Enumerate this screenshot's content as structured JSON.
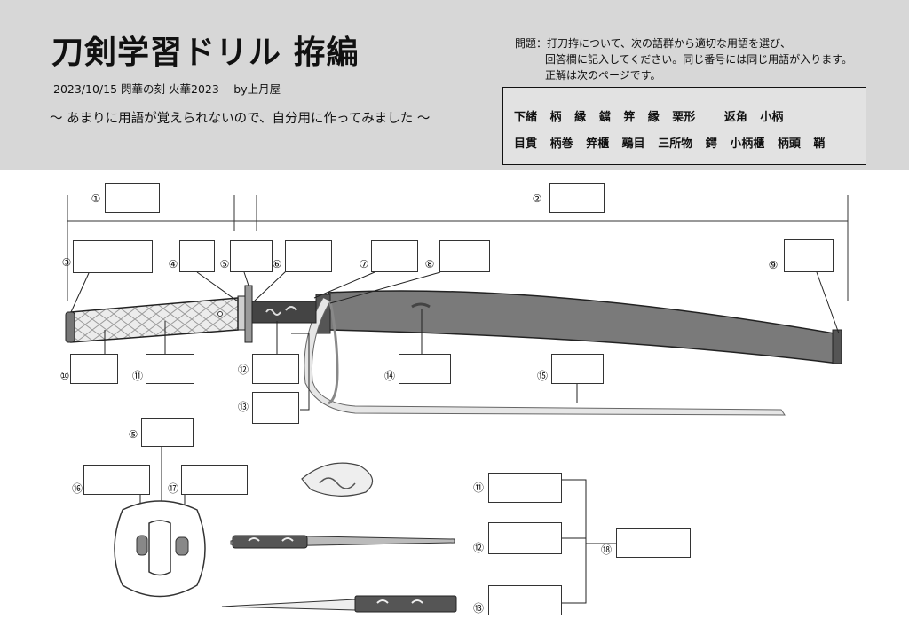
{
  "header": {
    "title": "刀剣学習ドリル 拵編",
    "subtitle": "2023/10/15 閃華の刻 火華2023　 by上月屋",
    "tagline": "～ あまりに用語が覚えられないので、自分用に作ってみました ～",
    "question": {
      "line1": "問題：打刀拵について、次の語群から適切な用語を選び、",
      "line2": "回答欄に記入してください。同じ番号には同じ用語が入ります。",
      "line3": "正解は次のページです。"
    },
    "word_list": {
      "row1": [
        "下緒",
        "柄",
        "縁",
        "鐺",
        "笄",
        "縁",
        "栗形",
        "返角",
        "小柄"
      ],
      "row2": [
        "目貫",
        "柄巻",
        "笄櫃",
        "鵐目",
        "三所物",
        "鍔",
        "小柄櫃",
        "柄頭",
        "鞘"
      ]
    }
  },
  "labels": {
    "n1": "①",
    "n2": "②",
    "n3": "③",
    "n4": "④",
    "n5": "⑤",
    "n6": "⑥",
    "n7": "⑦",
    "n8": "⑧",
    "n9": "⑨",
    "n10": "⑩",
    "n11": "⑪",
    "n12": "⑫",
    "n13": "⑬",
    "n14": "⑭",
    "n15": "⑮",
    "n16": "⑯",
    "n17": "⑰",
    "n18": "⑱"
  },
  "colors": {
    "header_bg": "#d7d7d7",
    "scabbard": "#7a7a7a",
    "handle_wrap": "#e8e8e8",
    "outline": "#222222"
  }
}
